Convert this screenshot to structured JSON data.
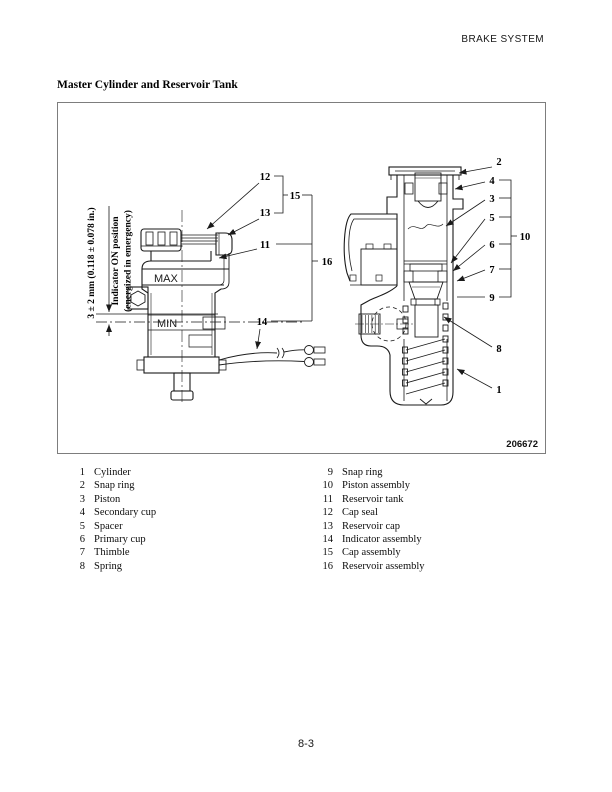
{
  "page": {
    "header": "BRAKE SYSTEM",
    "title": "Master Cylinder and Reservoir Tank",
    "page_number": "8-3"
  },
  "figure": {
    "number": "206672",
    "dimension_label": "3 ± 2 mm (0.118 ± 0.078 in.)",
    "indicator_label_line1": "Indicator ON position",
    "indicator_label_line2": "(energized in emergency)",
    "max_label": "MAX",
    "min_label": "MIN",
    "callouts": {
      "c1": "1",
      "c2": "2",
      "c3": "3",
      "c4": "4",
      "c5": "5",
      "c6": "6",
      "c7": "7",
      "c8": "8",
      "c9": "9",
      "c10": "10",
      "c11": "11",
      "c12": "12",
      "c13": "13",
      "c14": "14",
      "c15": "15",
      "c16": "16"
    }
  },
  "parts_list": {
    "left": [
      {
        "num": "1",
        "name": "Cylinder"
      },
      {
        "num": "2",
        "name": "Snap ring"
      },
      {
        "num": "3",
        "name": "Piston"
      },
      {
        "num": "4",
        "name": "Secondary cup"
      },
      {
        "num": "5",
        "name": "Spacer"
      },
      {
        "num": "6",
        "name": "Primary cup"
      },
      {
        "num": "7",
        "name": "Thimble"
      },
      {
        "num": "8",
        "name": "Spring"
      }
    ],
    "right": [
      {
        "num": "9",
        "name": "Snap ring"
      },
      {
        "num": "10",
        "name": "Piston assembly"
      },
      {
        "num": "11",
        "name": "Reservoir tank"
      },
      {
        "num": "12",
        "name": "Cap seal"
      },
      {
        "num": "13",
        "name": "Reservoir cap"
      },
      {
        "num": "14",
        "name": "Indicator assembly"
      },
      {
        "num": "15",
        "name": "Cap assembly"
      },
      {
        "num": "16",
        "name": "Reservoir assembly"
      }
    ]
  }
}
